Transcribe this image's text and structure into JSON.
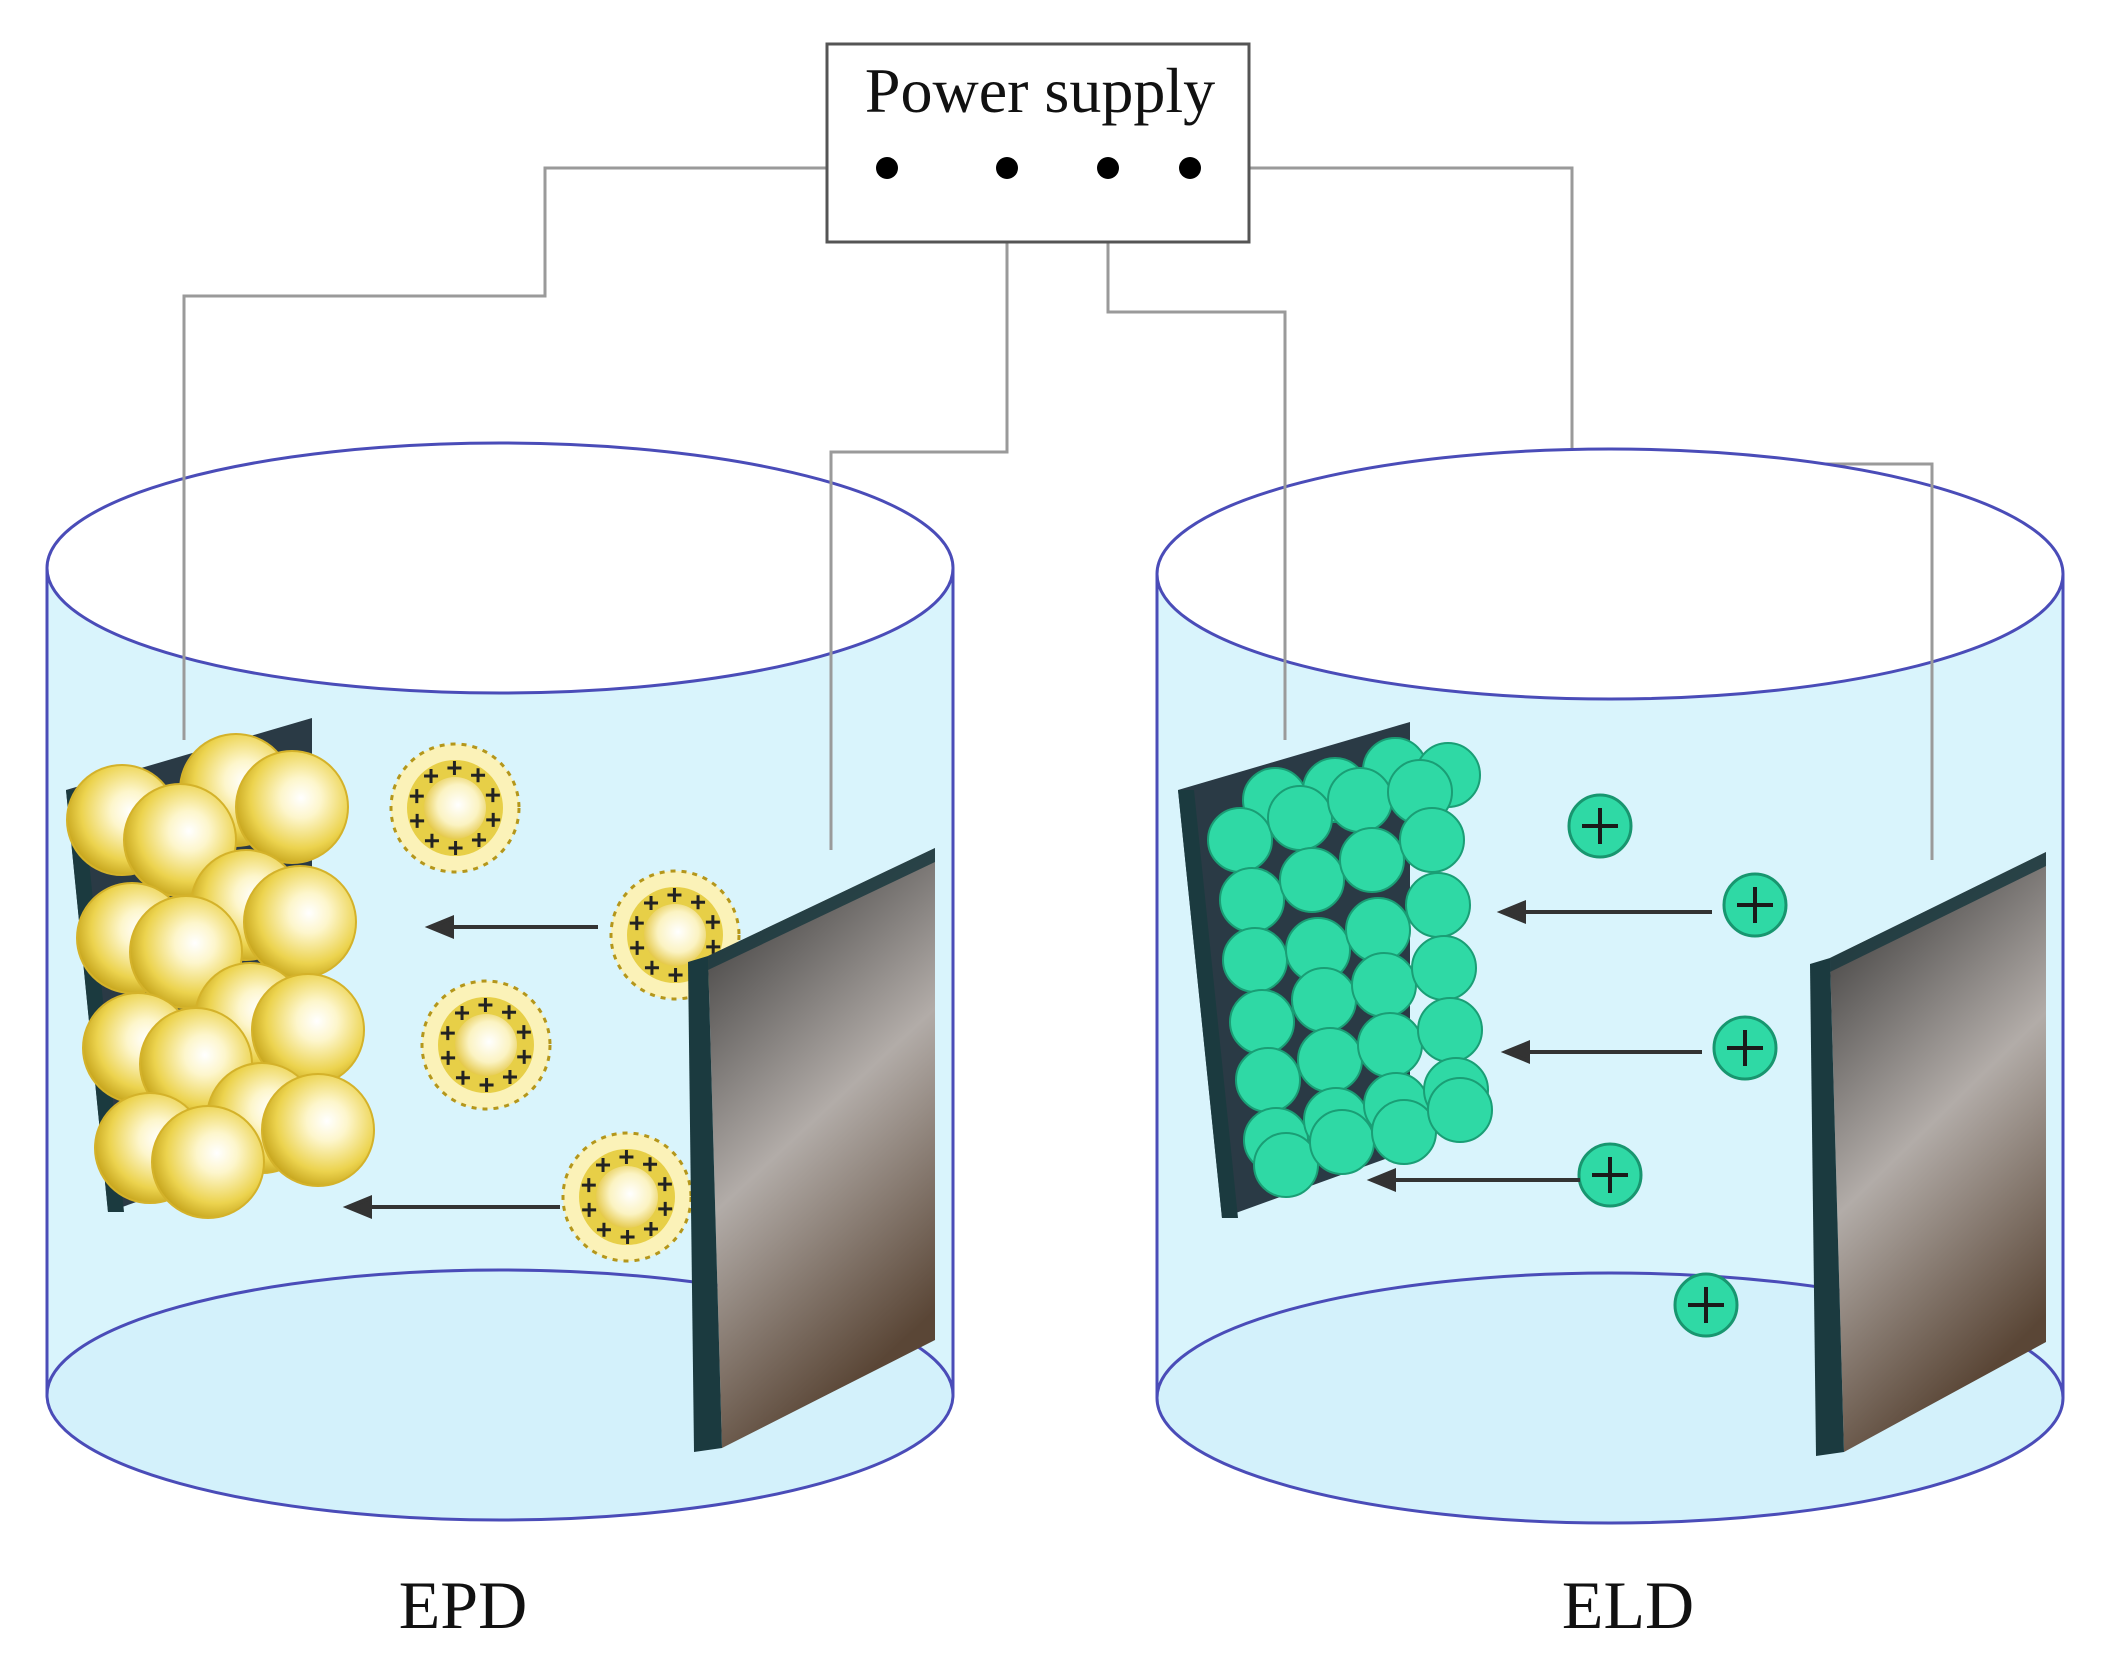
{
  "power_supply": {
    "label": "Power supply",
    "terminal_count": 4
  },
  "panels": [
    {
      "id": "epd",
      "caption": "EPD",
      "particle": "yellow-charged-particle"
    },
    {
      "id": "eld",
      "caption": "ELD",
      "particle": "green-cation-ion"
    }
  ],
  "colors": {
    "liquid": "#d9f4fc",
    "cylinder_outline": "#4a4cb8",
    "wire": "#9a9a9a",
    "yellow_particle": "#e8cf4a",
    "green_ion": "#2fd9a5",
    "electrode_face_dark": "#2b2b2b",
    "electrode_face_light": "#b0a9a4",
    "electrode_edge": "#1b3a3f",
    "arrow": "#333333"
  }
}
